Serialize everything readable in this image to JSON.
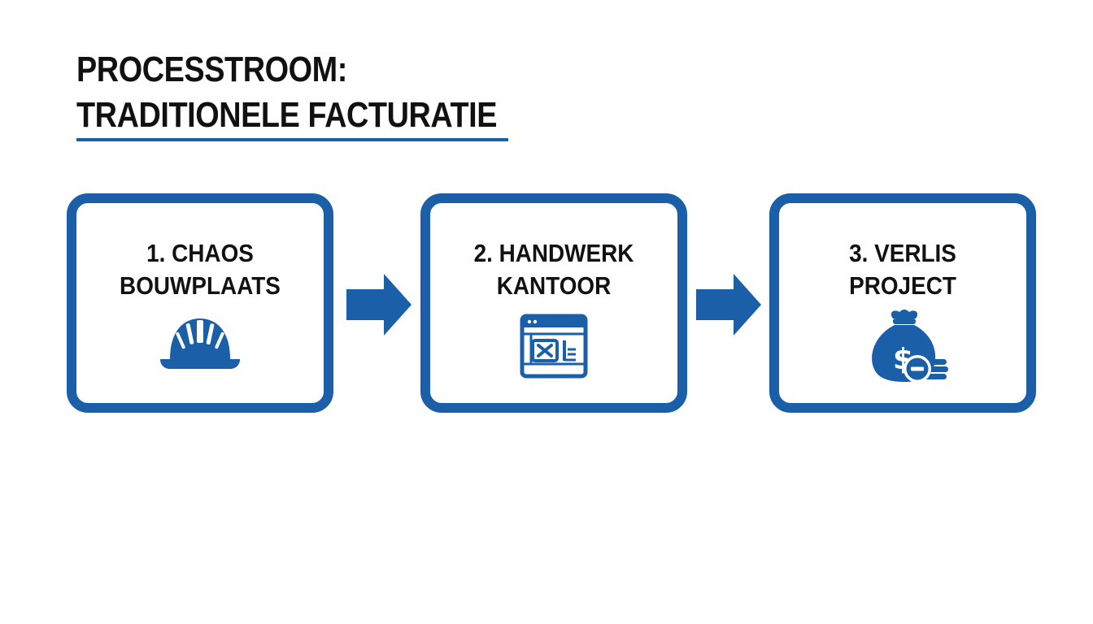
{
  "title": {
    "line1": "PROCESSTROOM:",
    "line2": "TRADITIONELE FACTURATIE"
  },
  "colors": {
    "accent": "#1a5fa8",
    "text": "#111111",
    "background": "#ffffff"
  },
  "steps": [
    {
      "line1": "1. CHAOS",
      "line2": "BOUWPLAATS",
      "icon": "hard-hat-icon"
    },
    {
      "line1": "2. HANDWERK",
      "line2": "KANTOOR",
      "icon": "spreadsheet-window-icon"
    },
    {
      "line1": "3. VERLIS",
      "line2": "PROJECT",
      "icon": "money-bag-loss-icon"
    }
  ],
  "connectors": [
    "arrow-right-icon",
    "arrow-right-icon"
  ]
}
